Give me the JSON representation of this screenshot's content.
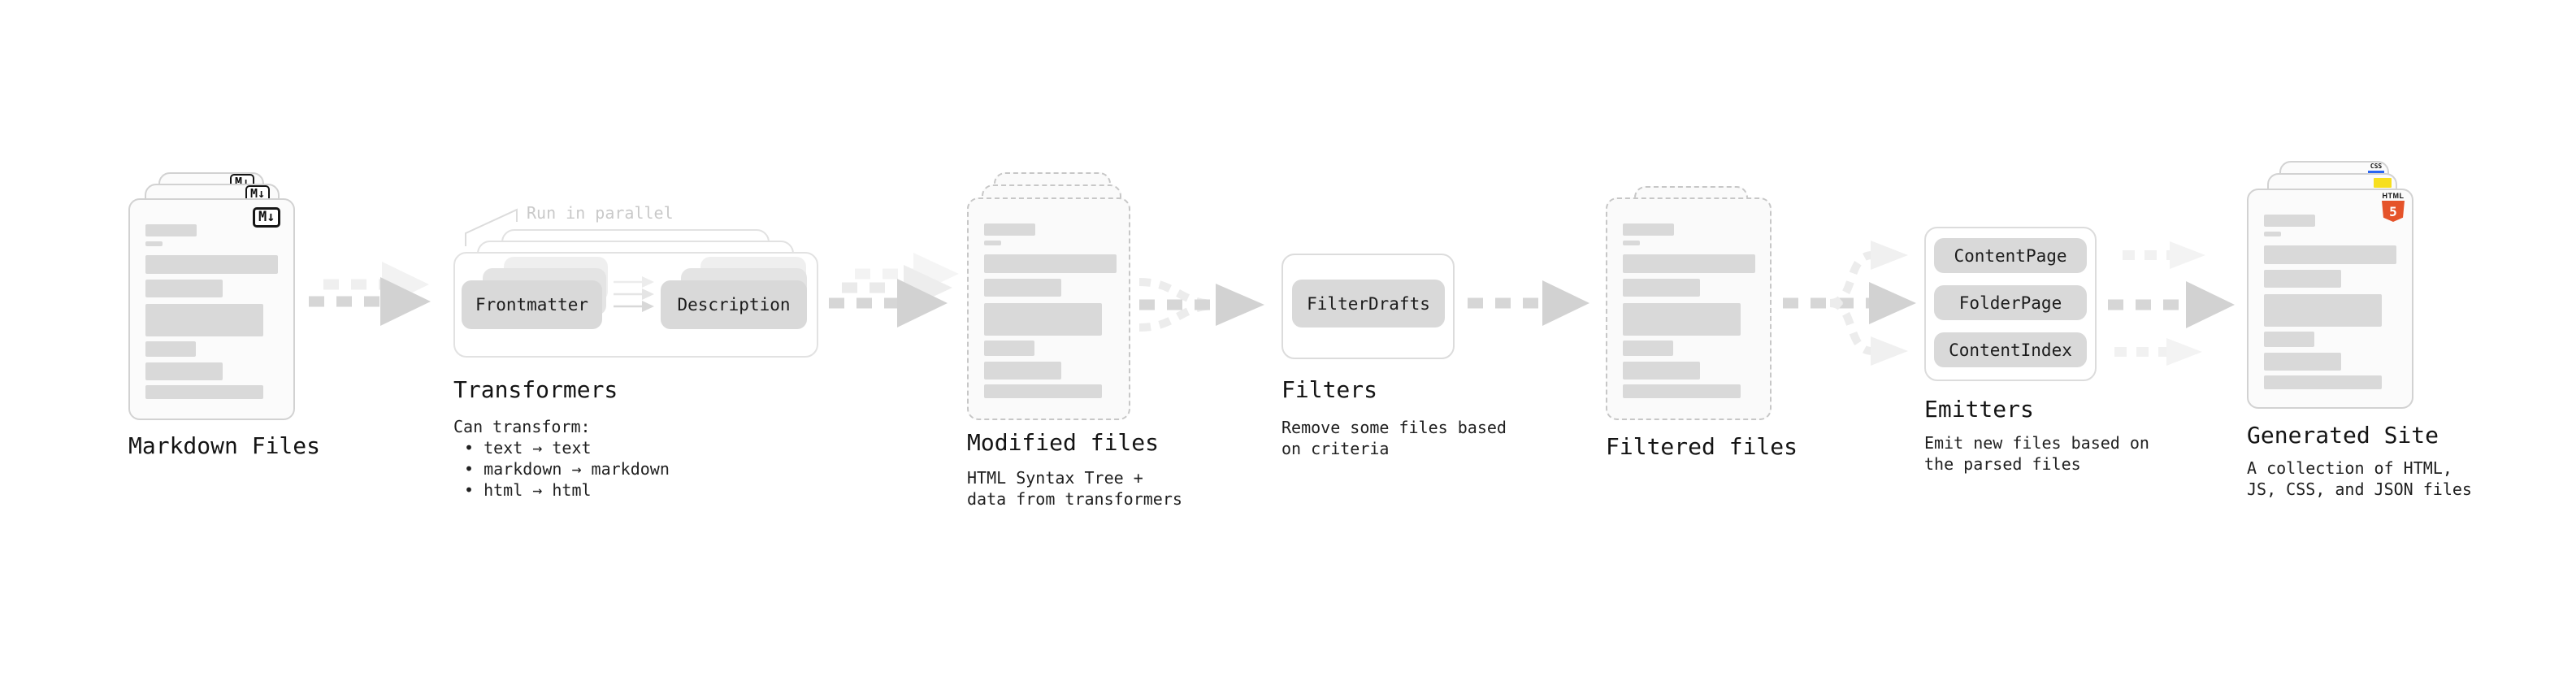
{
  "stages": [
    {
      "id": "markdown-files",
      "name": "Markdown Files"
    },
    {
      "id": "transformers",
      "name": "Transformers",
      "note": "Run in parallel",
      "chips": [
        "Frontmatter",
        "Description"
      ],
      "description": [
        "Can transform:",
        "• text → text",
        "• markdown → markdown",
        "• html → html"
      ]
    },
    {
      "id": "modified-files",
      "name": "Modified files",
      "description": [
        "HTML Syntax Tree +",
        "data from transformers"
      ]
    },
    {
      "id": "filters",
      "name": "Filters",
      "chips": [
        "FilterDrafts"
      ],
      "description": [
        "Remove some files based",
        "on criteria"
      ]
    },
    {
      "id": "filtered-files",
      "name": "Filtered files"
    },
    {
      "id": "emitters",
      "name": "Emitters",
      "chips": [
        "ContentPage",
        "FolderPage",
        "ContentIndex"
      ],
      "description": [
        "Emit new files based on",
        "the parsed files"
      ]
    },
    {
      "id": "generated-site",
      "name": "Generated Site",
      "description": [
        "A collection of HTML,",
        "JS, CSS, and JSON files"
      ]
    }
  ],
  "badges": {
    "markdown": "M↓",
    "html_label": "HTML",
    "html_five": "5",
    "css_label": "CSS"
  },
  "colors": {
    "html5_orange": "#e5532a",
    "js_yellow": "#f7df1e",
    "css_blue": "#2965f1",
    "chip_gray": "#d9d9d9",
    "bar_gray": "#d9d9d9",
    "arrow_gray": "#d6d6d6",
    "faint_gray": "#efefef"
  }
}
